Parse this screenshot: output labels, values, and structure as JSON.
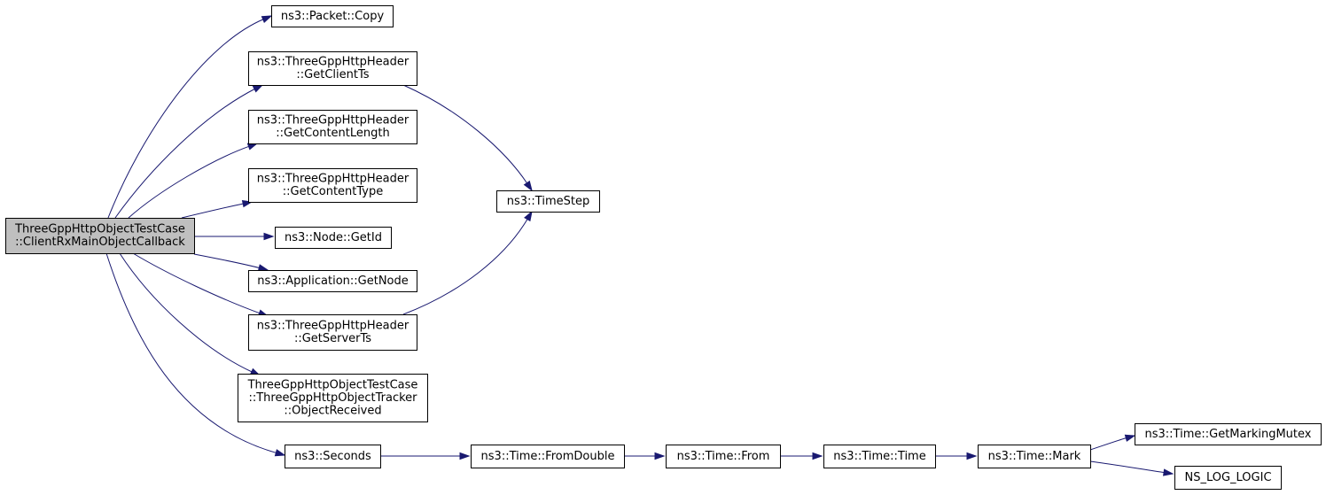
{
  "diagram": {
    "nodes": [
      {
        "id": "root",
        "lines": [
          "ThreeGppHttpObjectTestCase",
          "::ClientRxMainObjectCallback"
        ],
        "highlighted": true
      },
      {
        "id": "packet-copy",
        "lines": [
          "ns3::Packet::Copy"
        ]
      },
      {
        "id": "get-client-ts",
        "lines": [
          "ns3::ThreeGppHttpHeader",
          "::GetClientTs"
        ]
      },
      {
        "id": "get-content-length",
        "lines": [
          "ns3::ThreeGppHttpHeader",
          "::GetContentLength"
        ]
      },
      {
        "id": "get-content-type",
        "lines": [
          "ns3::ThreeGppHttpHeader",
          "::GetContentType"
        ]
      },
      {
        "id": "node-get-id",
        "lines": [
          "ns3::Node::GetId"
        ]
      },
      {
        "id": "app-get-node",
        "lines": [
          "ns3::Application::GetNode"
        ]
      },
      {
        "id": "get-server-ts",
        "lines": [
          "ns3::ThreeGppHttpHeader",
          "::GetServerTs"
        ]
      },
      {
        "id": "object-received",
        "lines": [
          "ThreeGppHttpObjectTestCase",
          "::ThreeGppHttpObjectTracker",
          "::ObjectReceived"
        ]
      },
      {
        "id": "seconds",
        "lines": [
          "ns3::Seconds"
        ]
      },
      {
        "id": "time-step",
        "lines": [
          "ns3::TimeStep"
        ]
      },
      {
        "id": "time-from-double",
        "lines": [
          "ns3::Time::FromDouble"
        ]
      },
      {
        "id": "time-from",
        "lines": [
          "ns3::Time::From"
        ]
      },
      {
        "id": "time-time",
        "lines": [
          "ns3::Time::Time"
        ]
      },
      {
        "id": "time-mark",
        "lines": [
          "ns3::Time::Mark"
        ]
      },
      {
        "id": "get-marking-mutex",
        "lines": [
          "ns3::Time::GetMarkingMutex"
        ]
      },
      {
        "id": "ns-log-logic",
        "lines": [
          "NS_LOG_LOGIC"
        ]
      }
    ],
    "edges": [
      {
        "from": "root",
        "to": "packet-copy"
      },
      {
        "from": "root",
        "to": "get-client-ts"
      },
      {
        "from": "root",
        "to": "get-content-length"
      },
      {
        "from": "root",
        "to": "get-content-type"
      },
      {
        "from": "root",
        "to": "node-get-id"
      },
      {
        "from": "root",
        "to": "app-get-node"
      },
      {
        "from": "root",
        "to": "get-server-ts"
      },
      {
        "from": "root",
        "to": "object-received"
      },
      {
        "from": "root",
        "to": "seconds"
      },
      {
        "from": "get-client-ts",
        "to": "time-step"
      },
      {
        "from": "get-server-ts",
        "to": "time-step"
      },
      {
        "from": "seconds",
        "to": "time-from-double"
      },
      {
        "from": "time-from-double",
        "to": "time-from"
      },
      {
        "from": "time-from",
        "to": "time-time"
      },
      {
        "from": "time-time",
        "to": "time-mark"
      },
      {
        "from": "time-mark",
        "to": "get-marking-mutex"
      },
      {
        "from": "time-mark",
        "to": "ns-log-logic"
      }
    ],
    "colors": {
      "edge": "#191970",
      "node_border": "#000000",
      "node_fill": "#ffffff",
      "root_fill": "#bfbfbf"
    }
  }
}
